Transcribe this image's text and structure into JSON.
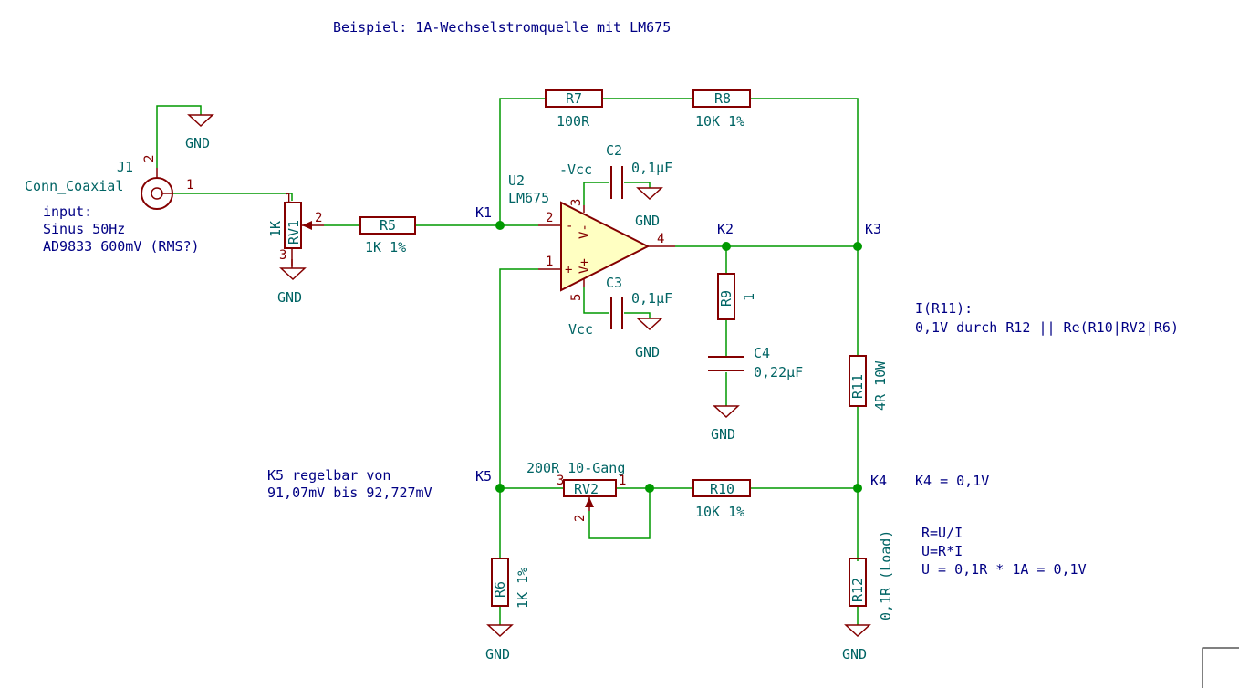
{
  "title": "Beispiel: 1A-Wechselstromquelle mit LM675",
  "notes": {
    "input_lines": [
      "input:",
      "Sinus 50Hz",
      "AD9833 600mV (RMS?)"
    ],
    "current_lines": [
      "I(R11):",
      "0,1V durch R12 || Re(R10|RV2|R6)"
    ],
    "k5_lines": [
      "K5 regelbar von",
      "91,07mV bis 92,727mV"
    ],
    "k4_note": "K4 = 0,1V",
    "ohm_lines": [
      "R=U/I",
      "U=R*I",
      "U = 0,1R * 1A = 0,1V"
    ]
  },
  "nets": {
    "k1": "K1",
    "k2": "K2",
    "k3": "K3",
    "k4": "K4",
    "k5": "K5"
  },
  "components": {
    "j1": {
      "ref": "J1",
      "value": "Conn_Coaxial",
      "pin1": "1",
      "pin2": "2"
    },
    "rv1": {
      "ref": "RV1",
      "value": "1K",
      "pin1": "1",
      "pin2": "2",
      "pin3": "3"
    },
    "r5": {
      "ref": "R5",
      "value": "1K 1%"
    },
    "r7": {
      "ref": "R7",
      "value": "100R"
    },
    "r8": {
      "ref": "R8",
      "value": "10K 1%"
    },
    "u2": {
      "ref": "U2",
      "value": "LM675",
      "pin1": "1",
      "pin2": "2",
      "pin3": "3",
      "pin4": "4",
      "pin5": "5",
      "minus": "-",
      "plus": "+",
      "vminus": "V-",
      "vplus": "V+"
    },
    "c2": {
      "ref": "C2",
      "value": "0,1µF"
    },
    "c3": {
      "ref": "C3",
      "value": "0,1µF"
    },
    "r9": {
      "ref": "R9",
      "value": "1"
    },
    "c4": {
      "ref": "C4",
      "value": "0,22µF"
    },
    "r11": {
      "ref": "R11",
      "value": "4R 10W"
    },
    "rv2": {
      "ref": "RV2",
      "value": "200R 10-Gang",
      "pin1": "1",
      "pin2": "2",
      "pin3": "3"
    },
    "r10": {
      "ref": "R10",
      "value": "10K 1%"
    },
    "r6": {
      "ref": "R6",
      "value": "1K 1%"
    },
    "r12": {
      "ref": "R12",
      "value": "0,1R (Load)"
    }
  },
  "power": {
    "gnd": "GND",
    "neg_supply": "-Vcc",
    "pos_supply": "Vcc"
  },
  "colors": {
    "wire": "#009900",
    "component": "#840000",
    "opamp_fill": "#ffffc2",
    "label_teal": "#006464",
    "note_blue": "#000084"
  }
}
